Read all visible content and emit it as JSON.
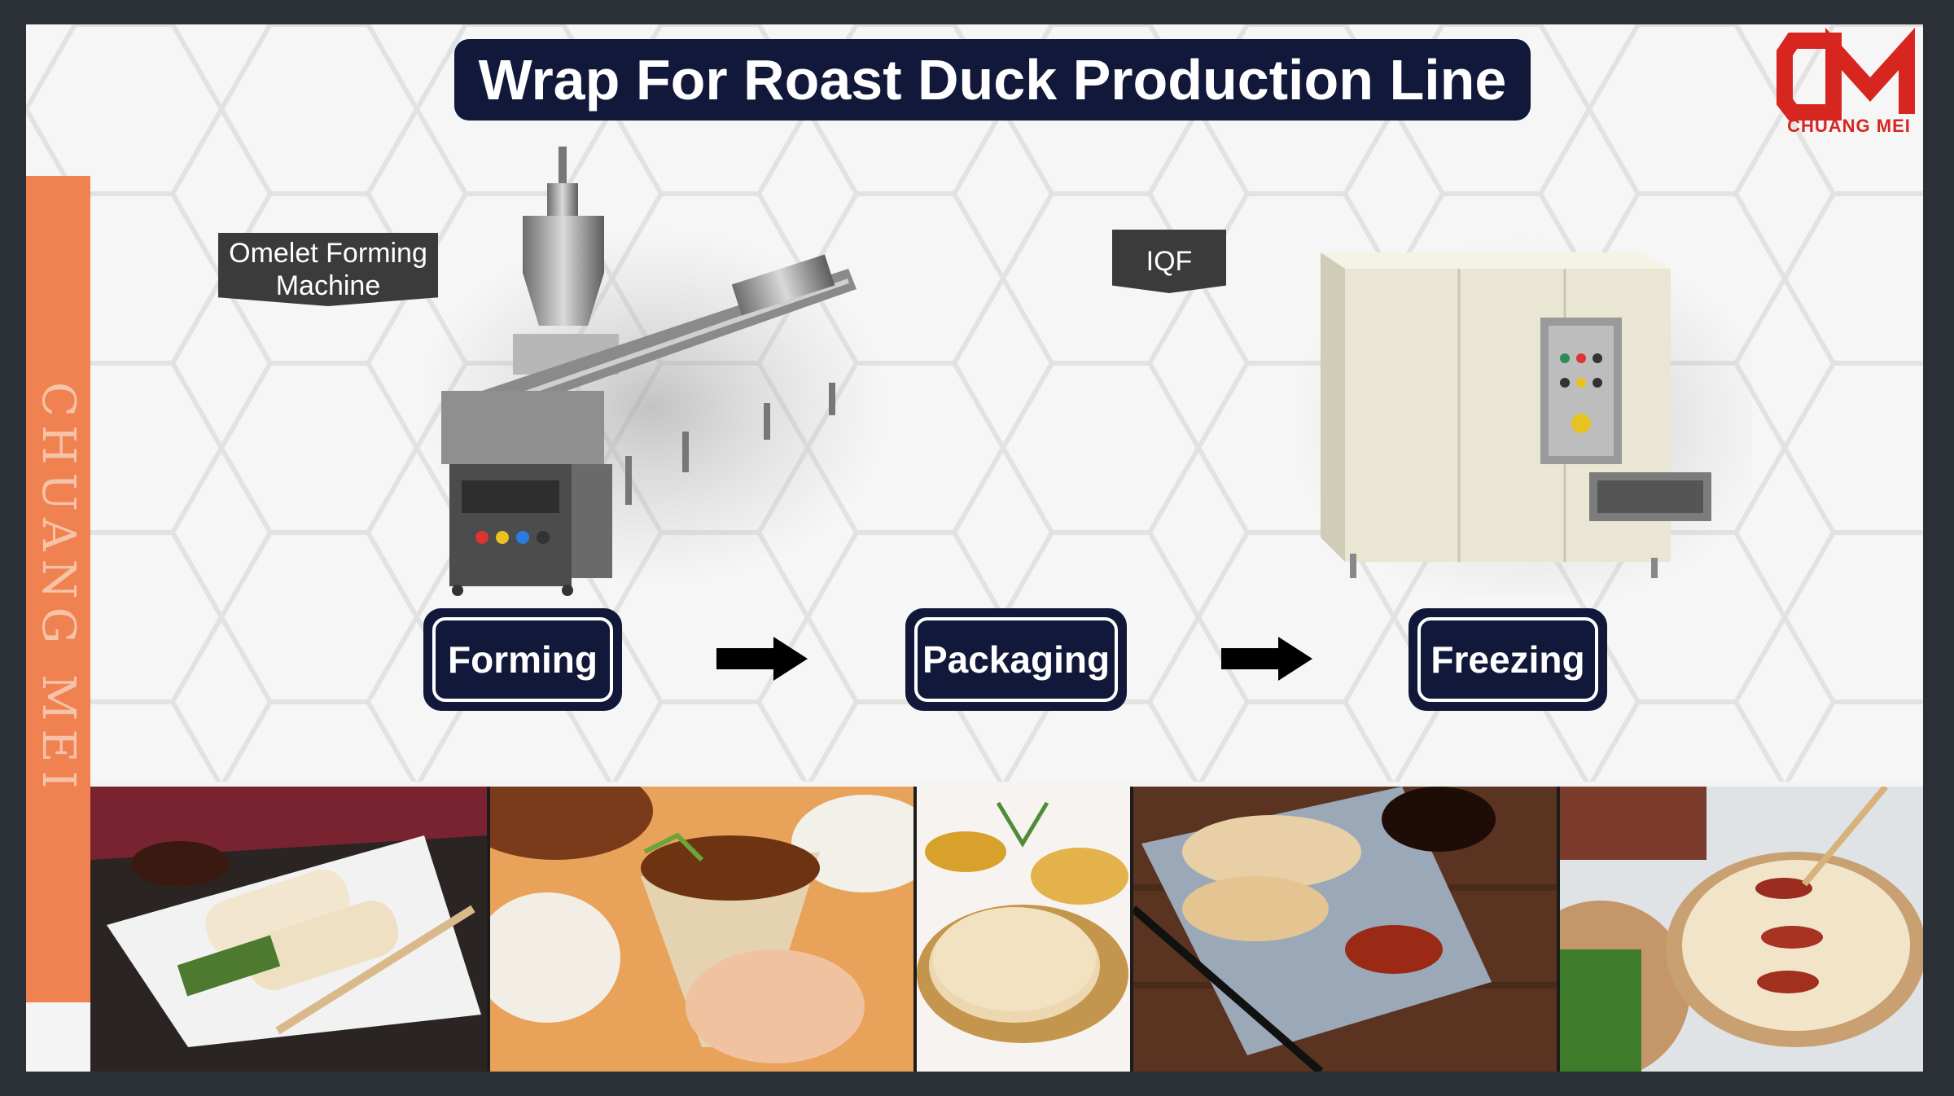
{
  "title": "Wrap For Roast Duck Production Line",
  "brand": {
    "logo_text": "CHUANG MEI",
    "side_text": "CHUANG MEI",
    "accent_color": "#f08150",
    "logo_color": "#d6261f",
    "title_bg": "#11183a"
  },
  "tags": {
    "omelet": "Omelet Forming Machine",
    "iqf": "IQF"
  },
  "steps": [
    {
      "label": "Forming"
    },
    {
      "label": "Packaging"
    },
    {
      "label": "Freezing"
    }
  ],
  "icons": [
    "arrow-right-icon",
    "arrow-right-icon"
  ],
  "photos": [
    {
      "subject": "roast duck wraps on plate"
    },
    {
      "subject": "hand holding duck wrap"
    },
    {
      "subject": "stack of pancakes in basket"
    },
    {
      "subject": "wraps with duck slices on board"
    },
    {
      "subject": "chopsticks placing duck on pancake"
    }
  ]
}
